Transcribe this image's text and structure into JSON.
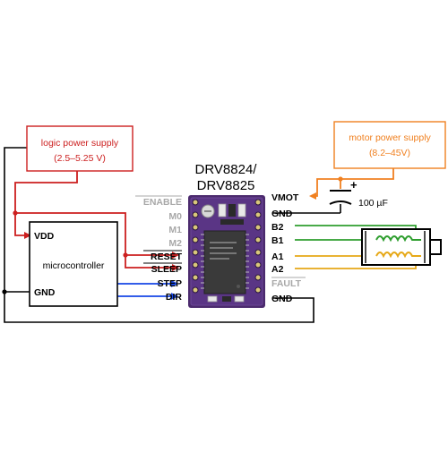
{
  "colors": {
    "logic": "#cc1f1f",
    "motor": "#f08020",
    "signal": "#1646e6",
    "coil_green": "#2e9e2e",
    "coil_yellow": "#e6a817",
    "wire": "#000000",
    "board": "#4b2a6e",
    "inactive_label": "#a8a8a8"
  },
  "logic_supply": {
    "title": "logic power supply",
    "range": "(2.5–5.25 V)"
  },
  "motor_supply": {
    "title": "motor power supply",
    "range": "(8.2–45V)"
  },
  "board": {
    "title_line1": "DRV8824/",
    "title_line2": "DRV8825",
    "left_pins": [
      "ENABLE",
      "M0",
      "M1",
      "M2",
      "RESET",
      "SLEEP",
      "STEP",
      "DIR"
    ],
    "right_pins": [
      "VMOT",
      "GND",
      "B2",
      "B1",
      "A1",
      "A2",
      "FAULT",
      "GND"
    ]
  },
  "microcontroller": {
    "label": "microcontroller",
    "vdd": "VDD",
    "gnd": "GND"
  },
  "capacitor": {
    "polarity": "+",
    "value": "100 µF"
  },
  "icons": [
    "stepper-motor-icon",
    "capacitor-icon",
    "driver-board-icon"
  ]
}
